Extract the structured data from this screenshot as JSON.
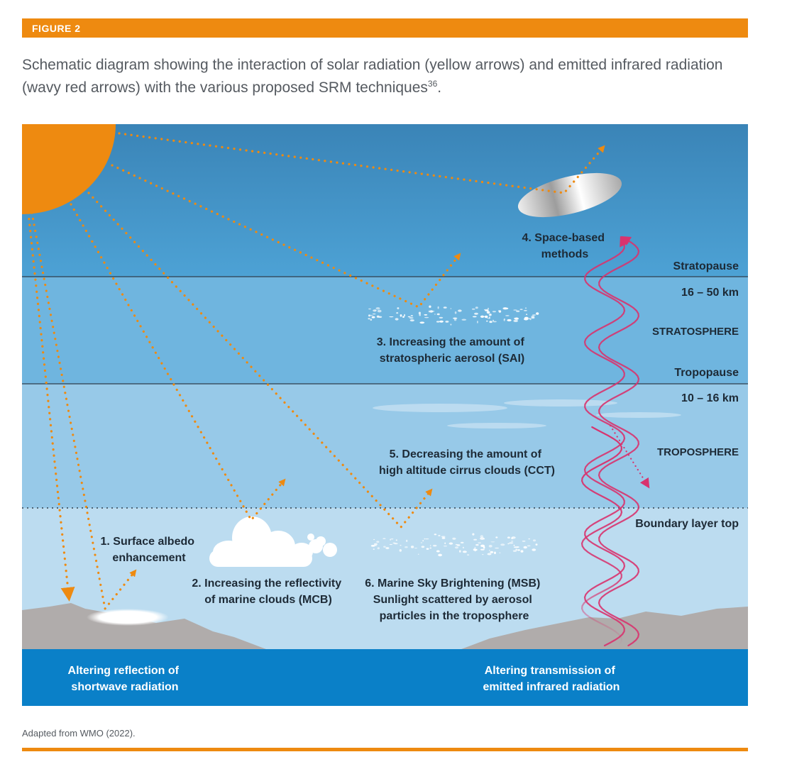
{
  "figure_label": "FIGURE 2",
  "caption": {
    "text": "Schematic diagram showing the interaction of solar radiation (yellow arrows) and emitted infrared radiation (wavy red arrows) with the various proposed SRM techniques",
    "reference": "36",
    "end": "."
  },
  "layers": {
    "stratopause": "Stratopause",
    "strat_range": "16 – 50 km",
    "stratosphere": "STRATOSPHERE",
    "tropopause": "Tropopause",
    "trop_range": "10 – 16 km",
    "troposphere": "TROPOSPHERE",
    "boundary": "Boundary layer top"
  },
  "techniques": {
    "t1": [
      "1. Surface albedo",
      "enhancement"
    ],
    "t2": [
      "2. Increasing the reflectivity",
      "of marine clouds (MCB)"
    ],
    "t3": [
      "3. Increasing the amount of",
      "stratospheric aerosol (SAI)"
    ],
    "t4": [
      "4. Space-based",
      "methods"
    ],
    "t5": [
      "5. Decreasing the amount of",
      "high altitude cirrus clouds (CCT)"
    ],
    "t6": [
      "6. Marine Sky Brightening (MSB)",
      "Sunlight scattered by aerosol",
      "particles in the troposphere"
    ]
  },
  "footer": {
    "left": [
      "Altering reflection of",
      "shortwave radiation"
    ],
    "right": [
      "Altering transmission of",
      "emitted infrared radiation"
    ]
  },
  "source": "Adapted from WMO (2022).",
  "colors": {
    "accent": "#ee8a10",
    "solar_arrow": "#ee8a10",
    "infrared_arrow": "#d8336e",
    "footer_band": "#0a80c8",
    "ground": "#b0acab"
  }
}
